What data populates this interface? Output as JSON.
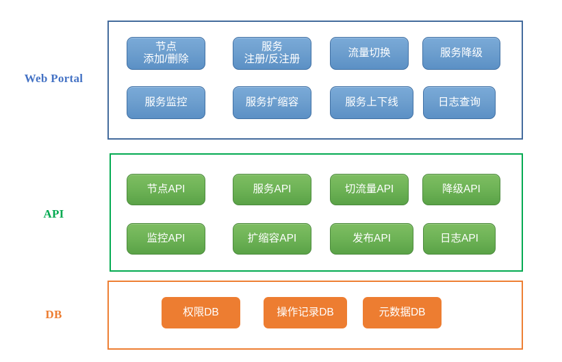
{
  "diagram": {
    "title": "Web Portal / API / DB layered architecture",
    "colors": {
      "web_portal_border": "#41699b",
      "web_portal_fill": "#6fa0cf",
      "web_portal_label": "#4472c4",
      "api_border": "#00a94f",
      "api_fill": "#6fb457",
      "api_label": "#00a94f",
      "db_border": "#ed7d31",
      "db_fill": "#ed7d31",
      "db_label": "#ed7d31",
      "canvas": "#ffffff",
      "pill_text": "#ffffff"
    }
  },
  "layers": [
    {
      "id": "web-portal",
      "label": "Web Portal",
      "rows": [
        [
          {
            "label": "节点\n添加/删除",
            "width": 115
          },
          {
            "label": "服务\n注册/反注册",
            "width": 115
          },
          {
            "label": "流量切换",
            "width": 115
          },
          {
            "label": "服务降级",
            "width": 114
          }
        ],
        [
          {
            "label": "服务监控",
            "width": 115
          },
          {
            "label": "服务扩缩容",
            "width": 115
          },
          {
            "label": "服务上下线",
            "width": 122
          },
          {
            "label": "日志查询",
            "width": 106
          }
        ]
      ]
    },
    {
      "id": "api",
      "label": "API",
      "rows": [
        [
          {
            "label": "节点API",
            "width": 115
          },
          {
            "label": "服务API",
            "width": 115
          },
          {
            "label": "切流量API",
            "width": 115
          },
          {
            "label": "降级API",
            "width": 114
          }
        ],
        [
          {
            "label": "监控API",
            "width": 115
          },
          {
            "label": "扩缩容API",
            "width": 115
          },
          {
            "label": "发布API",
            "width": 122
          },
          {
            "label": "日志API",
            "width": 106
          }
        ]
      ]
    },
    {
      "id": "db",
      "label": "DB",
      "rows": [
        [
          {
            "label": "权限DB",
            "width": 115
          },
          {
            "label": "操作记录DB",
            "width": 122
          },
          {
            "label": "元数据DB",
            "width": 115
          }
        ]
      ]
    }
  ]
}
